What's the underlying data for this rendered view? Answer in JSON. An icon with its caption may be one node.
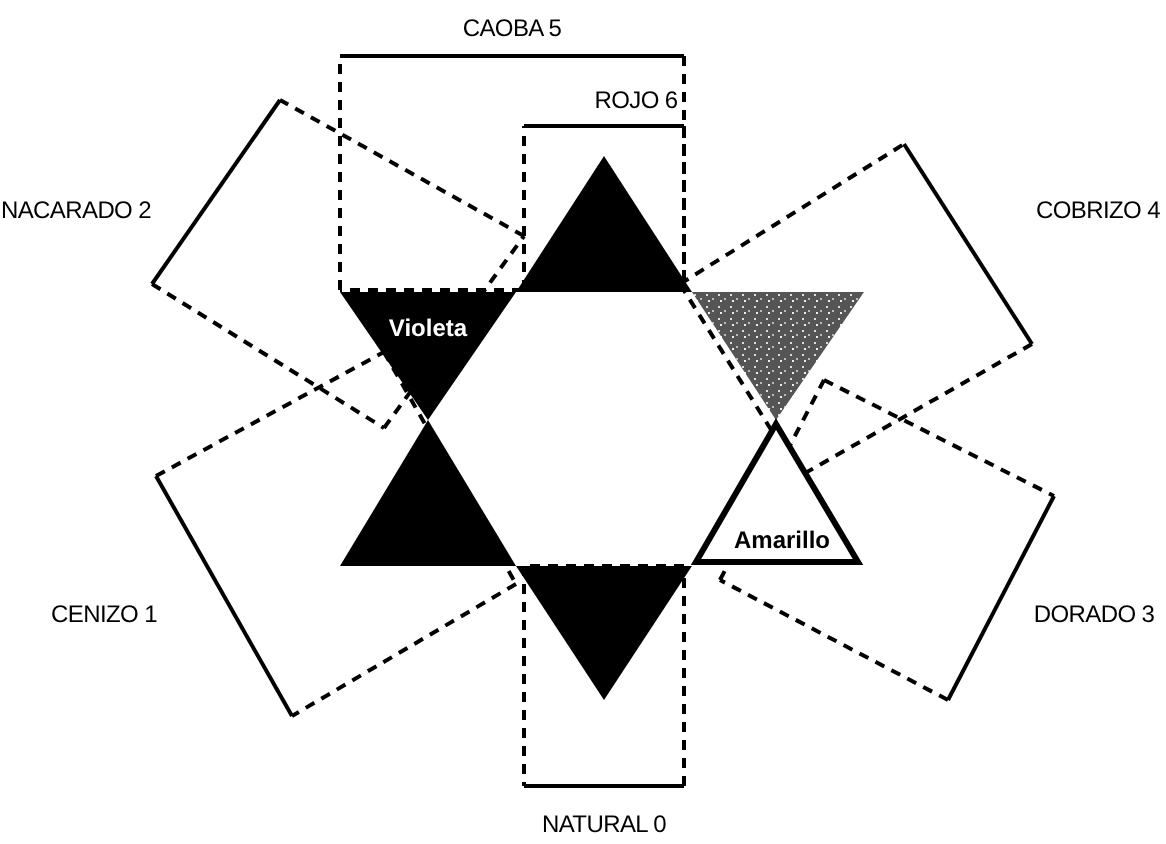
{
  "diagram": {
    "nodes": [
      {
        "text": [],
        "shape": "triangle"
      },
      {
        "text": [
          "Violeta"
        ]
      },
      {
        "text": [],
        "shape": "triangle"
      },
      {
        "text": [],
        "shape": "triangle"
      },
      {
        "text": [
          "Amarillo"
        ]
      },
      {
        "text": [],
        "shape": "triangle"
      }
    ],
    "edges": [],
    "labels": [
      "CAOBA 5",
      "ROJO 6",
      "NACARADO 2",
      "COBRIZO 4",
      "CENIZO 1",
      "DORADO 3",
      "NATURAL 0"
    ]
  }
}
